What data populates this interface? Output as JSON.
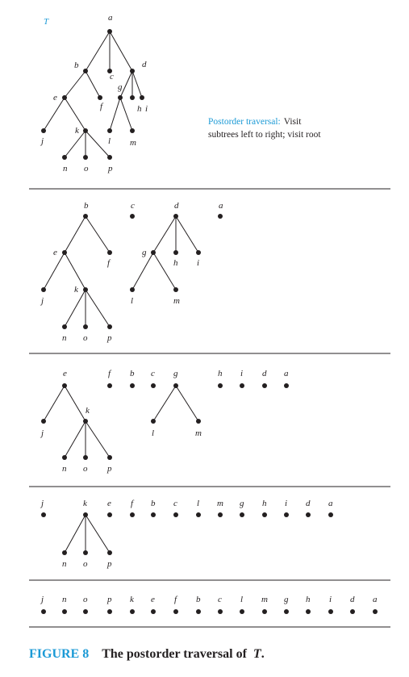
{
  "tree_label": "T",
  "annotation": {
    "line1_blue": "Postorder traversal:",
    "line1_black": "Visit",
    "line2": "subtrees left to right; visit root"
  },
  "caption": {
    "number": "FIGURE 8",
    "text": "The postorder traversal of",
    "tree": "T",
    "period": "."
  },
  "stages": [
    {
      "nodes": [
        {
          "id": "a",
          "label": "a"
        },
        {
          "id": "b",
          "label": "b"
        },
        {
          "id": "c",
          "label": "c"
        },
        {
          "id": "d",
          "label": "d"
        },
        {
          "id": "e",
          "label": "e"
        },
        {
          "id": "f",
          "label": "f"
        },
        {
          "id": "g",
          "label": "g"
        },
        {
          "id": "h",
          "label": "h"
        },
        {
          "id": "i",
          "label": "i"
        },
        {
          "id": "j",
          "label": "j"
        },
        {
          "id": "k",
          "label": "k"
        },
        {
          "id": "l",
          "label": "l"
        },
        {
          "id": "m",
          "label": "m"
        },
        {
          "id": "n",
          "label": "n"
        },
        {
          "id": "o",
          "label": "o"
        },
        {
          "id": "p",
          "label": "p"
        }
      ],
      "edges": [
        [
          "a",
          "b"
        ],
        [
          "a",
          "c"
        ],
        [
          "a",
          "d"
        ],
        [
          "b",
          "e"
        ],
        [
          "b",
          "f"
        ],
        [
          "d",
          "g"
        ],
        [
          "d",
          "h"
        ],
        [
          "d",
          "i"
        ],
        [
          "e",
          "j"
        ],
        [
          "e",
          "k"
        ],
        [
          "g",
          "l"
        ],
        [
          "g",
          "m"
        ],
        [
          "k",
          "n"
        ],
        [
          "k",
          "o"
        ],
        [
          "k",
          "p"
        ]
      ]
    },
    {
      "nodes": [
        {
          "id": "b",
          "label": "b"
        },
        {
          "id": "c",
          "label": "c"
        },
        {
          "id": "d",
          "label": "d"
        },
        {
          "id": "a",
          "label": "a"
        },
        {
          "id": "e",
          "label": "e"
        },
        {
          "id": "f",
          "label": "f"
        },
        {
          "id": "g",
          "label": "g"
        },
        {
          "id": "h",
          "label": "h"
        },
        {
          "id": "i",
          "label": "i"
        },
        {
          "id": "j",
          "label": "j"
        },
        {
          "id": "k",
          "label": "k"
        },
        {
          "id": "l",
          "label": "l"
        },
        {
          "id": "m",
          "label": "m"
        },
        {
          "id": "n",
          "label": "n"
        },
        {
          "id": "o",
          "label": "o"
        },
        {
          "id": "p",
          "label": "p"
        }
      ],
      "edges": [
        [
          "b",
          "e"
        ],
        [
          "b",
          "f"
        ],
        [
          "d",
          "g"
        ],
        [
          "d",
          "h"
        ],
        [
          "d",
          "i"
        ],
        [
          "e",
          "j"
        ],
        [
          "e",
          "k"
        ],
        [
          "g",
          "l"
        ],
        [
          "g",
          "m"
        ],
        [
          "k",
          "n"
        ],
        [
          "k",
          "o"
        ],
        [
          "k",
          "p"
        ]
      ]
    },
    {
      "nodes": [
        {
          "id": "e",
          "label": "e"
        },
        {
          "id": "f",
          "label": "f"
        },
        {
          "id": "b",
          "label": "b"
        },
        {
          "id": "c",
          "label": "c"
        },
        {
          "id": "g",
          "label": "g"
        },
        {
          "id": "h",
          "label": "h"
        },
        {
          "id": "i",
          "label": "i"
        },
        {
          "id": "d",
          "label": "d"
        },
        {
          "id": "a",
          "label": "a"
        },
        {
          "id": "j",
          "label": "j"
        },
        {
          "id": "k",
          "label": "k"
        },
        {
          "id": "l",
          "label": "l"
        },
        {
          "id": "m",
          "label": "m"
        },
        {
          "id": "n",
          "label": "n"
        },
        {
          "id": "o",
          "label": "o"
        },
        {
          "id": "p",
          "label": "p"
        }
      ],
      "edges": [
        [
          "e",
          "j"
        ],
        [
          "e",
          "k"
        ],
        [
          "g",
          "l"
        ],
        [
          "g",
          "m"
        ],
        [
          "k",
          "n"
        ],
        [
          "k",
          "o"
        ],
        [
          "k",
          "p"
        ]
      ]
    },
    {
      "nodes": [
        {
          "id": "j",
          "label": "j"
        },
        {
          "id": "k",
          "label": "k"
        },
        {
          "id": "e",
          "label": "e"
        },
        {
          "id": "f",
          "label": "f"
        },
        {
          "id": "b",
          "label": "b"
        },
        {
          "id": "c",
          "label": "c"
        },
        {
          "id": "l",
          "label": "l"
        },
        {
          "id": "m",
          "label": "m"
        },
        {
          "id": "g",
          "label": "g"
        },
        {
          "id": "h",
          "label": "h"
        },
        {
          "id": "i",
          "label": "i"
        },
        {
          "id": "d",
          "label": "d"
        },
        {
          "id": "a",
          "label": "a"
        },
        {
          "id": "n",
          "label": "n"
        },
        {
          "id": "o",
          "label": "o"
        },
        {
          "id": "p",
          "label": "p"
        }
      ],
      "edges": [
        [
          "k",
          "n"
        ],
        [
          "k",
          "o"
        ],
        [
          "k",
          "p"
        ]
      ]
    },
    {
      "nodes": [
        {
          "id": "j",
          "label": "j"
        },
        {
          "id": "n",
          "label": "n"
        },
        {
          "id": "o",
          "label": "o"
        },
        {
          "id": "p",
          "label": "p"
        },
        {
          "id": "k",
          "label": "k"
        },
        {
          "id": "e",
          "label": "e"
        },
        {
          "id": "f",
          "label": "f"
        },
        {
          "id": "b",
          "label": "b"
        },
        {
          "id": "c",
          "label": "c"
        },
        {
          "id": "l",
          "label": "l"
        },
        {
          "id": "m",
          "label": "m"
        },
        {
          "id": "g",
          "label": "g"
        },
        {
          "id": "h",
          "label": "h"
        },
        {
          "id": "i",
          "label": "i"
        },
        {
          "id": "d",
          "label": "d"
        },
        {
          "id": "a",
          "label": "a"
        }
      ],
      "edges": []
    }
  ]
}
